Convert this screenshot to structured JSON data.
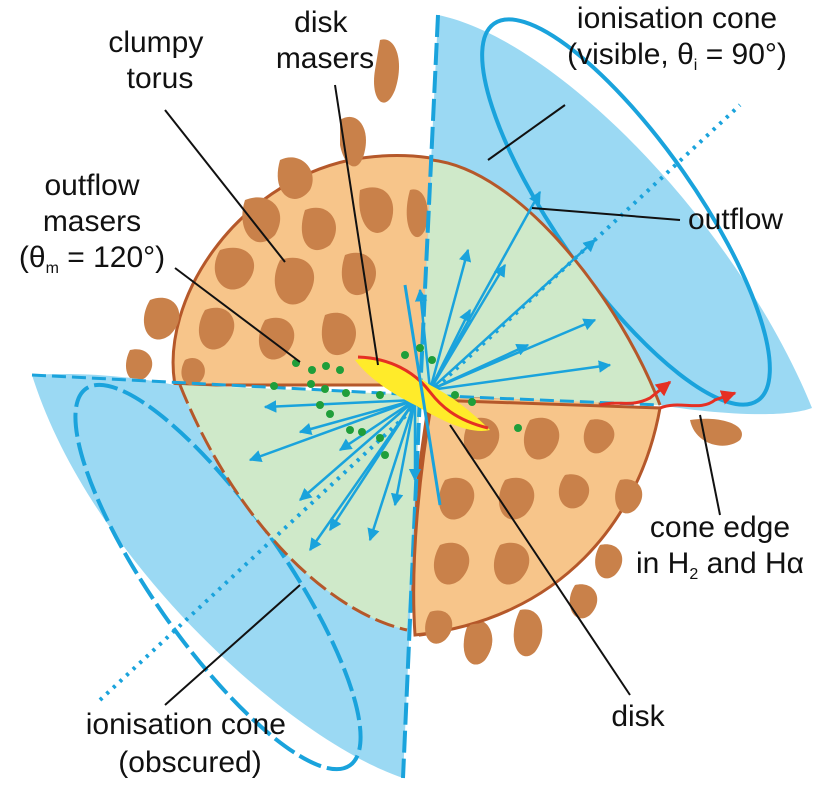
{
  "labels": {
    "clumpy_torus": [
      "clumpy",
      "torus"
    ],
    "disk_masers": [
      "disk",
      "masers"
    ],
    "ionisation_cone_visible": {
      "line1": "ionisation cone",
      "line2_pre": "(visible, θ",
      "line2_sub": "i",
      "line2_post": " = 90°)"
    },
    "outflow_masers": {
      "line1": "outflow",
      "line2": "masers",
      "line3_pre": "(θ",
      "line3_sub": "m",
      "line3_post": " = 120°)"
    },
    "outflow": "outflow",
    "cone_edge": {
      "line1": "cone edge",
      "line2_pre": "in H",
      "line2_sub": "2",
      "line2_post": " and Hα"
    },
    "disk": "disk",
    "ionisation_cone_obscured": [
      "ionisation cone",
      "(obscured)"
    ]
  },
  "colors": {
    "cone_fill": "#9bd9f3",
    "cone_edge": "#1aa3dc",
    "inner_cone_fill": "#cfe9c9",
    "torus_fill": "#f7c58a",
    "clump_fill": "#c9814a",
    "torus_edge": "#b5582a",
    "disk_fill": "#ffeb2a",
    "disk_line": "#e53023",
    "maser_dots": "#1f9e3a",
    "outflow_arrows": "#1aa3dc",
    "edge_arrows": "#e53023"
  }
}
